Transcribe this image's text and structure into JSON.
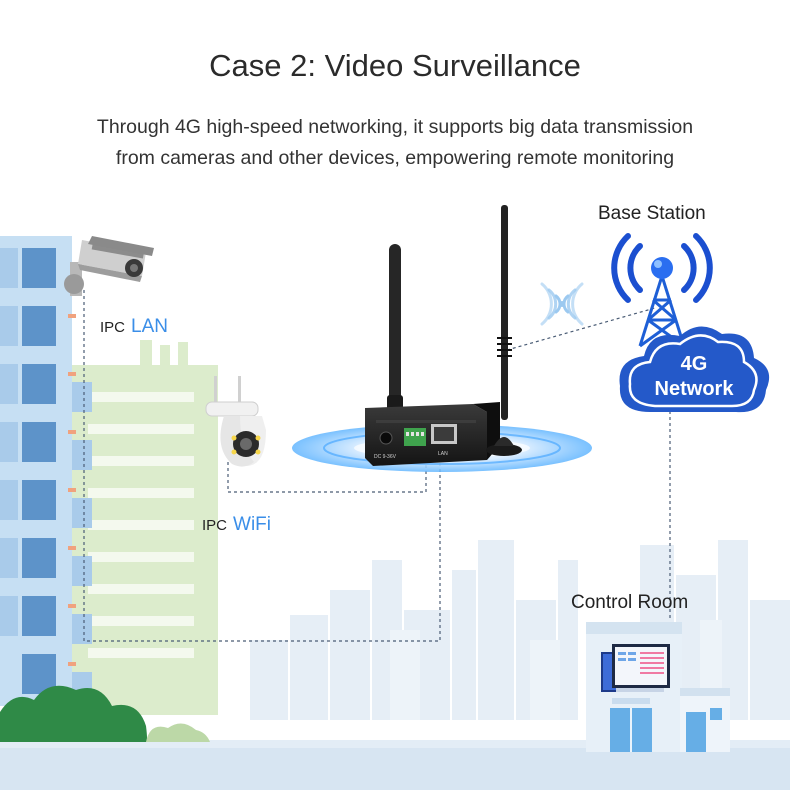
{
  "header": {
    "title": "Case 2: Video Surveillance",
    "subtitle_line1": "Through 4G high-speed networking, it supports big data transmission",
    "subtitle_line2": "from cameras and other devices, empowering remote monitoring"
  },
  "nodes": {
    "base_station": {
      "label": "Base Station"
    },
    "network_cloud": {
      "line1": "4G",
      "line2": "Network"
    },
    "control_room": {
      "label": "Control Room"
    },
    "camera_lan": {
      "prefix": "IPC",
      "type": "LAN"
    },
    "camera_wifi": {
      "prefix": "IPC",
      "type": "WiFi"
    },
    "router": {
      "port_power": "DC 9-36V",
      "port_lan": "LAN"
    }
  },
  "colors": {
    "accent_blue": "#3a8ee8",
    "cloud_blue": "#2459c9",
    "building_green": "#dceccc",
    "building_blue": "#c6dff3",
    "tree_green": "#2f8a47",
    "skyline": "#e3edf6"
  },
  "icons": [
    "cctv-bullet-camera-icon",
    "ptz-dome-camera-icon",
    "router-icon",
    "lte-antenna-icon",
    "signal-tower-icon",
    "cloud-icon",
    "monitor-icon"
  ]
}
